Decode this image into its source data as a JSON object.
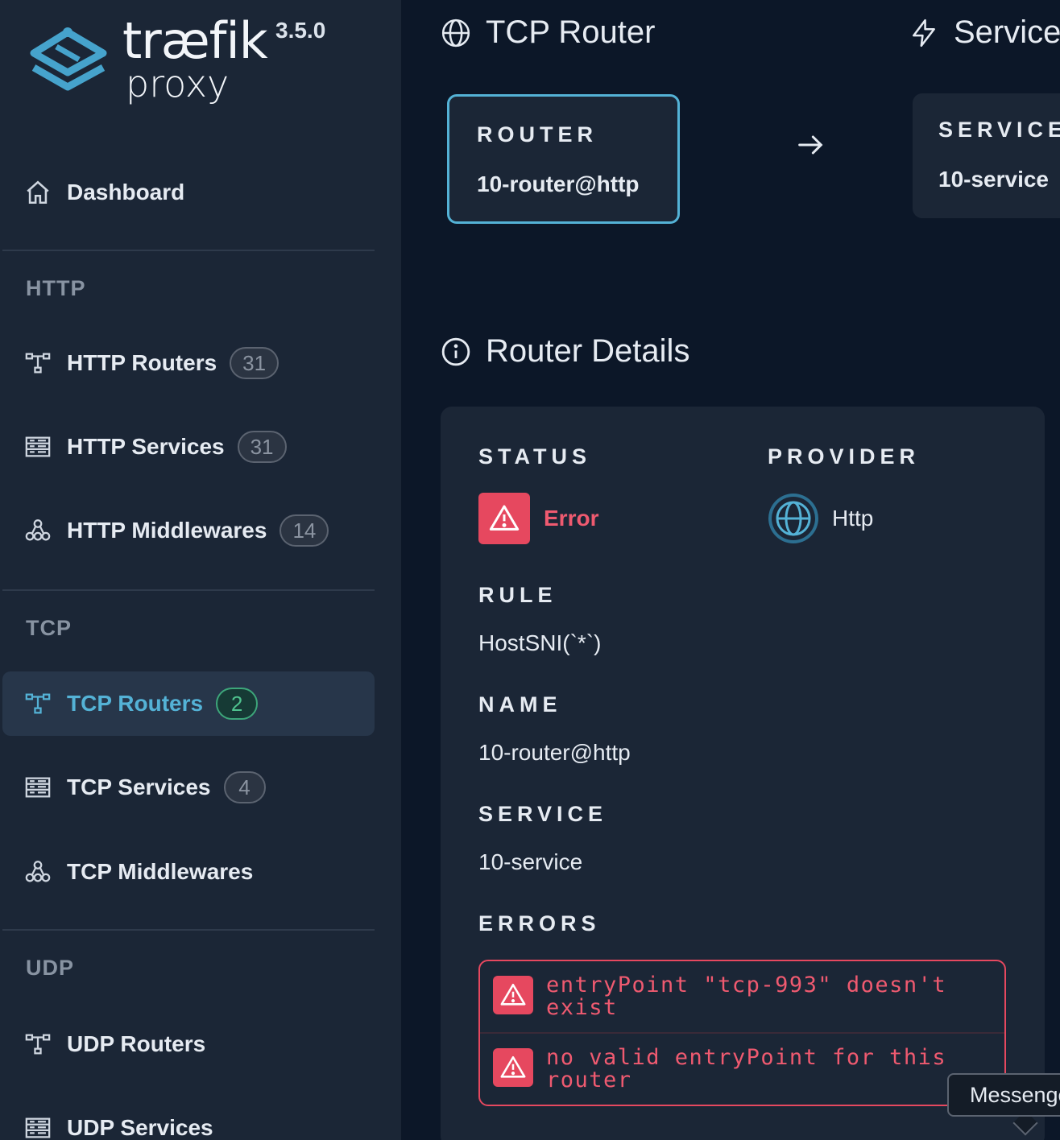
{
  "app": {
    "name": "træfik",
    "subtitle": "proxy",
    "version": "3.5.0"
  },
  "sidebar": {
    "dashboard": {
      "label": "Dashboard",
      "icon": "home-icon"
    },
    "sections": {
      "http": "HTTP",
      "tcp": "TCP",
      "udp": "UDP"
    },
    "items": [
      {
        "label": "HTTP Routers",
        "count": "31",
        "icon": "routers-icon"
      },
      {
        "label": "HTTP Services",
        "count": "31",
        "icon": "services-icon"
      },
      {
        "label": "HTTP Middlewares",
        "count": "14",
        "icon": "middlewares-icon"
      },
      {
        "label": "TCP Routers",
        "count": "2",
        "icon": "routers-icon",
        "active": true
      },
      {
        "label": "TCP Services",
        "count": "4",
        "icon": "services-icon"
      },
      {
        "label": "TCP Middlewares",
        "icon": "middlewares-icon"
      },
      {
        "label": "UDP Routers",
        "icon": "routers-icon"
      },
      {
        "label": "UDP Services",
        "icon": "services-icon"
      }
    ]
  },
  "header": {
    "title": "TCP Router",
    "service_title": "Service"
  },
  "flow": {
    "router_caption": "ROUTER",
    "router_name": "10-router@http",
    "service_caption": "SERVICE",
    "service_name": "10-service"
  },
  "details": {
    "title": "Router Details",
    "status_label": "STATUS",
    "status_value": "Error",
    "provider_label": "PROVIDER",
    "provider_value": "Http",
    "rule_label": "RULE",
    "rule_value": "HostSNI(`*`)",
    "name_label": "NAME",
    "name_value": "10-router@http",
    "service_label": "SERVICE",
    "service_value": "10-service",
    "errors_label": "ERRORS",
    "errors": [
      "entryPoint \"tcp-993\" doesn't exist",
      "no valid entryPoint for this router"
    ]
  },
  "tooltip": {
    "text": "Messenger"
  },
  "colors": {
    "accent": "#54b2d6",
    "error": "#e6485f",
    "success": "#4fc38e",
    "sidebar_bg": "#1b2636",
    "page_bg": "#0c1728"
  }
}
